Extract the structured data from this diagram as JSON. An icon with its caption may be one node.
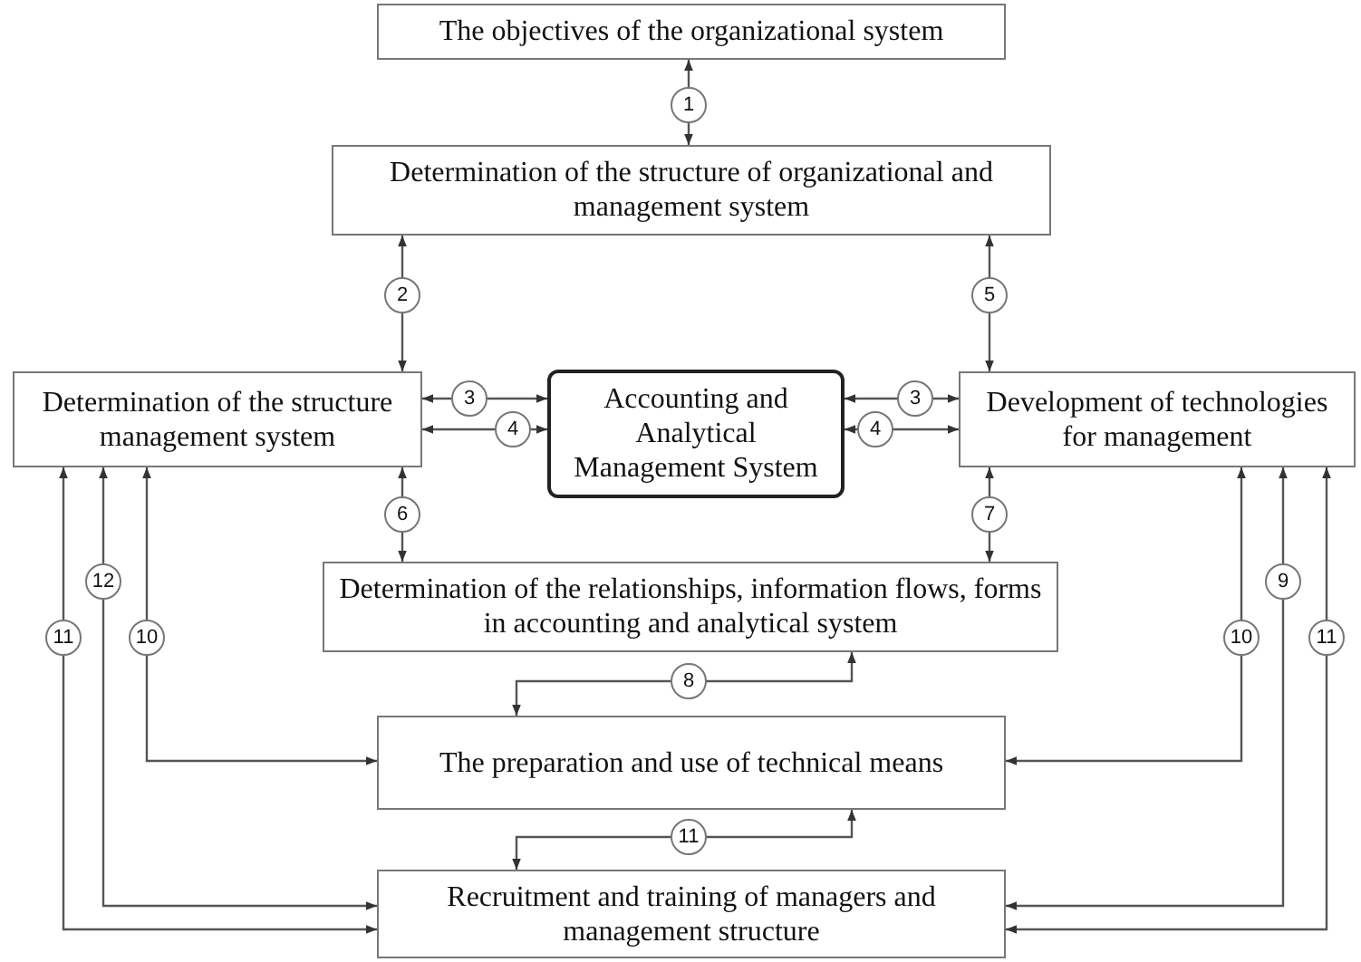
{
  "diagram": {
    "nodes": [
      {
        "text": [
          "The objectives of the organizational system"
        ]
      },
      {
        "text": [
          "Determination of the structure of organizational and management system"
        ]
      },
      {
        "text": [
          "Determination of the structure management system"
        ]
      },
      {
        "text": [
          "Accounting and Analytical Management System"
        ]
      },
      {
        "text": [
          "Development of technologies for management"
        ]
      },
      {
        "text": [
          "Determination of the relationships, information flows, forms in accounting and analytical system"
        ]
      },
      {
        "text": [
          "The preparation and use of technical means"
        ]
      },
      {
        "text": [
          "Recruitment and training of managers and management structure"
        ]
      }
    ],
    "edges": [
      {
        "from": 0,
        "to": 1,
        "arrow": "both",
        "label": "1"
      },
      {
        "from": 1,
        "to": 2,
        "arrow": "both",
        "label": "2"
      },
      {
        "from": 1,
        "to": 4,
        "arrow": "both",
        "label": "5"
      },
      {
        "from": 2,
        "to": 3,
        "arrow": "both",
        "label": "3"
      },
      {
        "from": 2,
        "to": 3,
        "arrow": "both",
        "label": "4"
      },
      {
        "from": 3,
        "to": 4,
        "arrow": "both",
        "label": "3"
      },
      {
        "from": 3,
        "to": 4,
        "arrow": "both",
        "label": "4"
      },
      {
        "from": 2,
        "to": 5,
        "arrow": "both",
        "label": "6"
      },
      {
        "from": 4,
        "to": 5,
        "arrow": "both",
        "label": "7"
      },
      {
        "from": 5,
        "to": 6,
        "arrow": "both",
        "label": "8"
      },
      {
        "from": 2,
        "to": 6,
        "arrow": "both",
        "label": "10"
      },
      {
        "from": 2,
        "to": 7,
        "arrow": "both",
        "label": "12"
      },
      {
        "from": 2,
        "to": 7,
        "arrow": "both",
        "label": "11"
      },
      {
        "from": 4,
        "to": 6,
        "arrow": "both",
        "label": "10"
      },
      {
        "from": 4,
        "to": 7,
        "arrow": "both",
        "label": "9"
      },
      {
        "from": 4,
        "to": 7,
        "arrow": "both",
        "label": "11"
      },
      {
        "from": 6,
        "to": 7,
        "arrow": "both",
        "label": "11"
      }
    ]
  }
}
